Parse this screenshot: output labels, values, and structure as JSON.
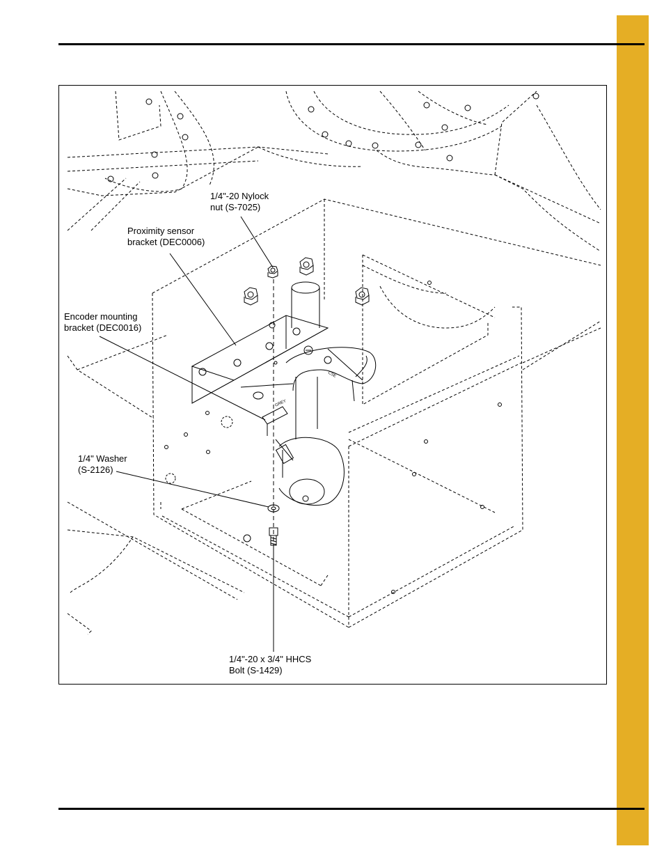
{
  "figure": {
    "callouts": {
      "nylock_nut": [
        "1/4\"-20 Nylock",
        "nut (S-7025)"
      ],
      "proximity_bracket": [
        "Proximity sensor",
        "bracket (DEC0006)"
      ],
      "encoder_bracket": [
        "Encoder mounting",
        "bracket (DEC0016)"
      ],
      "washer": [
        "1/4\" Washer",
        "(S-2126)"
      ],
      "bolt": [
        "1/4\"-20 x 3/4\" HHCS",
        "Bolt (S-1429)"
      ]
    }
  },
  "colors": {
    "tab": "#e5ae25",
    "rule": "#000000",
    "line": "#000000",
    "background": "#ffffff"
  }
}
